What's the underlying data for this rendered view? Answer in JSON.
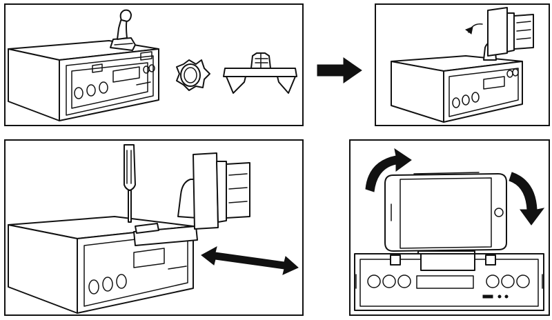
{
  "figure": {
    "panels": [
      {
        "id": "step-1",
        "parts": [
          "car-stereo",
          "ball-mount",
          "lock-nut",
          "slot-clip"
        ]
      },
      {
        "id": "step-2",
        "parts": [
          "car-stereo",
          "phone-cradle",
          "rotation-arrow"
        ]
      },
      {
        "id": "step-3",
        "parts": [
          "car-stereo",
          "screwdriver",
          "phone-cradle",
          "slide-arrow"
        ]
      },
      {
        "id": "step-4",
        "parts": [
          "car-stereo-front",
          "smartphone",
          "rotate-arrow-left",
          "rotate-arrow-right"
        ]
      }
    ],
    "colors": {
      "line": "#111111",
      "fill": "#ffffff",
      "background": "#ffffff"
    },
    "icons": [
      "step-arrow-icon",
      "rotate-arrow-icon",
      "slide-arrow-icon"
    ]
  }
}
